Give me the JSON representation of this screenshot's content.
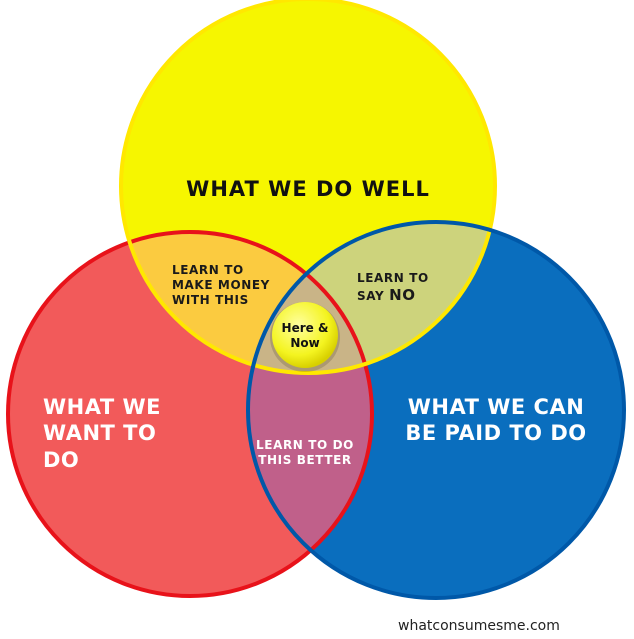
{
  "circles": {
    "top": {
      "label": "WHAT WE DO WELL",
      "fill": "#f6f600",
      "stroke": "#ffe800"
    },
    "left": {
      "label": "WHAT WE\nWANT TO DO",
      "fill": "#f25a5a",
      "stroke": "#e8121a"
    },
    "right": {
      "label": "WHAT WE CAN\nBE PAID TO DO",
      "fill": "#0a6ebe",
      "stroke": "#0058a8"
    }
  },
  "overlaps": {
    "top_left": {
      "label": "LEARN TO\nMAKE MONEY\nWITH THIS",
      "fill": "#fbcb40"
    },
    "top_right": {
      "label_prefix": "LEARN TO\nSAY ",
      "label_emphasis": "NO",
      "fill": "#cdd37c"
    },
    "left_right": {
      "label": "LEARN TO DO\nTHIS BETTER",
      "fill": "#c0608a"
    },
    "center": {
      "label": "Here &\nNow",
      "fill": "#c9b487",
      "badge_fill": "#f4f430"
    }
  },
  "footer": {
    "credit": "whatconsumesme.com"
  }
}
